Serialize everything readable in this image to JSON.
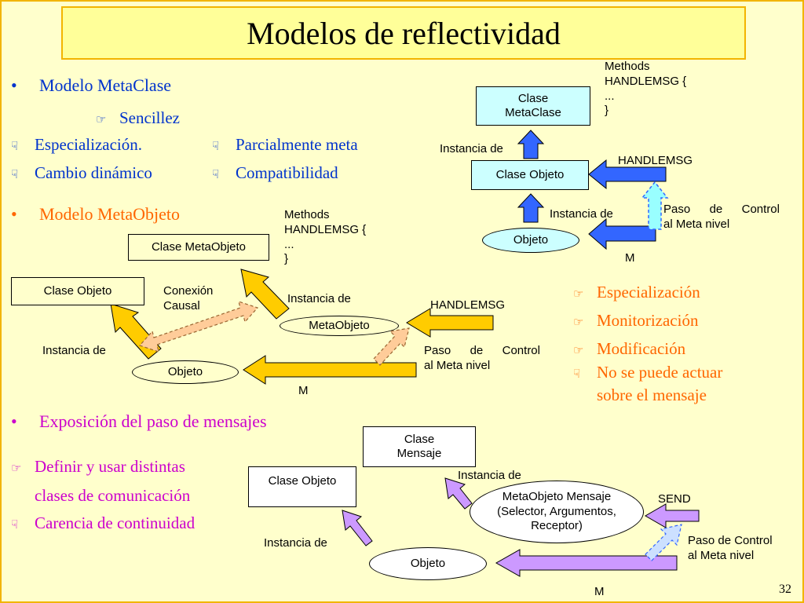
{
  "title": "Modelos de reflectividad",
  "page_number": "32",
  "colors": {
    "background": "#FFFFCC",
    "title_bg": "#FFFF99",
    "border": "#F2B400",
    "blue_text": "#0033CC",
    "orange_text": "#FF6600",
    "magenta_text": "#CC00CC",
    "box_blue": "#CCFFFF",
    "arrow_blue": "#3366FF",
    "arrow_yellow": "#FFCC00",
    "arrow_purple": "#CC99FF"
  },
  "section1": {
    "heading": "Modelo MetaClase",
    "point": "Sencillez",
    "pros": [
      "Especialización.",
      "Cambio dinámico"
    ],
    "cons": [
      "Parcialmente meta",
      "Compatibilidad"
    ]
  },
  "diagram1": {
    "methods": [
      "Methods",
      "HANDLEMSG {",
      "...",
      "}"
    ],
    "clase_metaclase": [
      "Clase",
      "MetaClase"
    ],
    "instancia_de_1": "Instancia de",
    "clase_objeto": "Clase Objeto",
    "handlemsg": "HANDLEMSG",
    "instancia_de_2": "Instancia de",
    "paso_control": [
      "Paso de Control",
      "al Meta nivel"
    ],
    "objeto": "Objeto",
    "m": "M"
  },
  "section2": {
    "heading": "Modelo MetaObjeto"
  },
  "diagram2": {
    "methods": [
      "Methods",
      "HANDLEMSG {",
      "...",
      "}"
    ],
    "clase_metaobjeto": "Clase MetaObjeto",
    "clase_objeto": "Clase Objeto",
    "conexion": [
      "Conexión",
      "Causal"
    ],
    "instancia_de_1": "Instancia de",
    "metaobjeto": "MetaObjeto",
    "handlemsg": "HANDLEMSG",
    "instancia_de_2": "Instancia de",
    "paso_control": [
      "Paso de Control",
      "al Meta nivel"
    ],
    "objeto": "Objeto",
    "m": "M"
  },
  "section2_points": {
    "pros": [
      "Especialización",
      "Monitorización",
      "Modificación"
    ],
    "cons": [
      "No se puede actuar",
      "sobre el mensaje"
    ]
  },
  "section3": {
    "heading": "Exposición del paso de mensajes",
    "pros": [
      "Definir y usar distintas",
      "clases de comunicación"
    ],
    "cons": [
      "Carencia de continuidad"
    ]
  },
  "diagram3": {
    "clase_mensaje": [
      "Clase",
      "Mensaje"
    ],
    "clase_objeto": "Clase Objeto",
    "instancia_de_1": "Instancia de",
    "metaobjeto_mensaje": [
      "MetaObjeto Mensaje",
      "(Selector, Argumentos,",
      "Receptor)"
    ],
    "send": "SEND",
    "instancia_de_2": "Instancia de",
    "paso_control": [
      "Paso de Control",
      "al Meta nivel"
    ],
    "objeto": "Objeto",
    "m": "M"
  }
}
